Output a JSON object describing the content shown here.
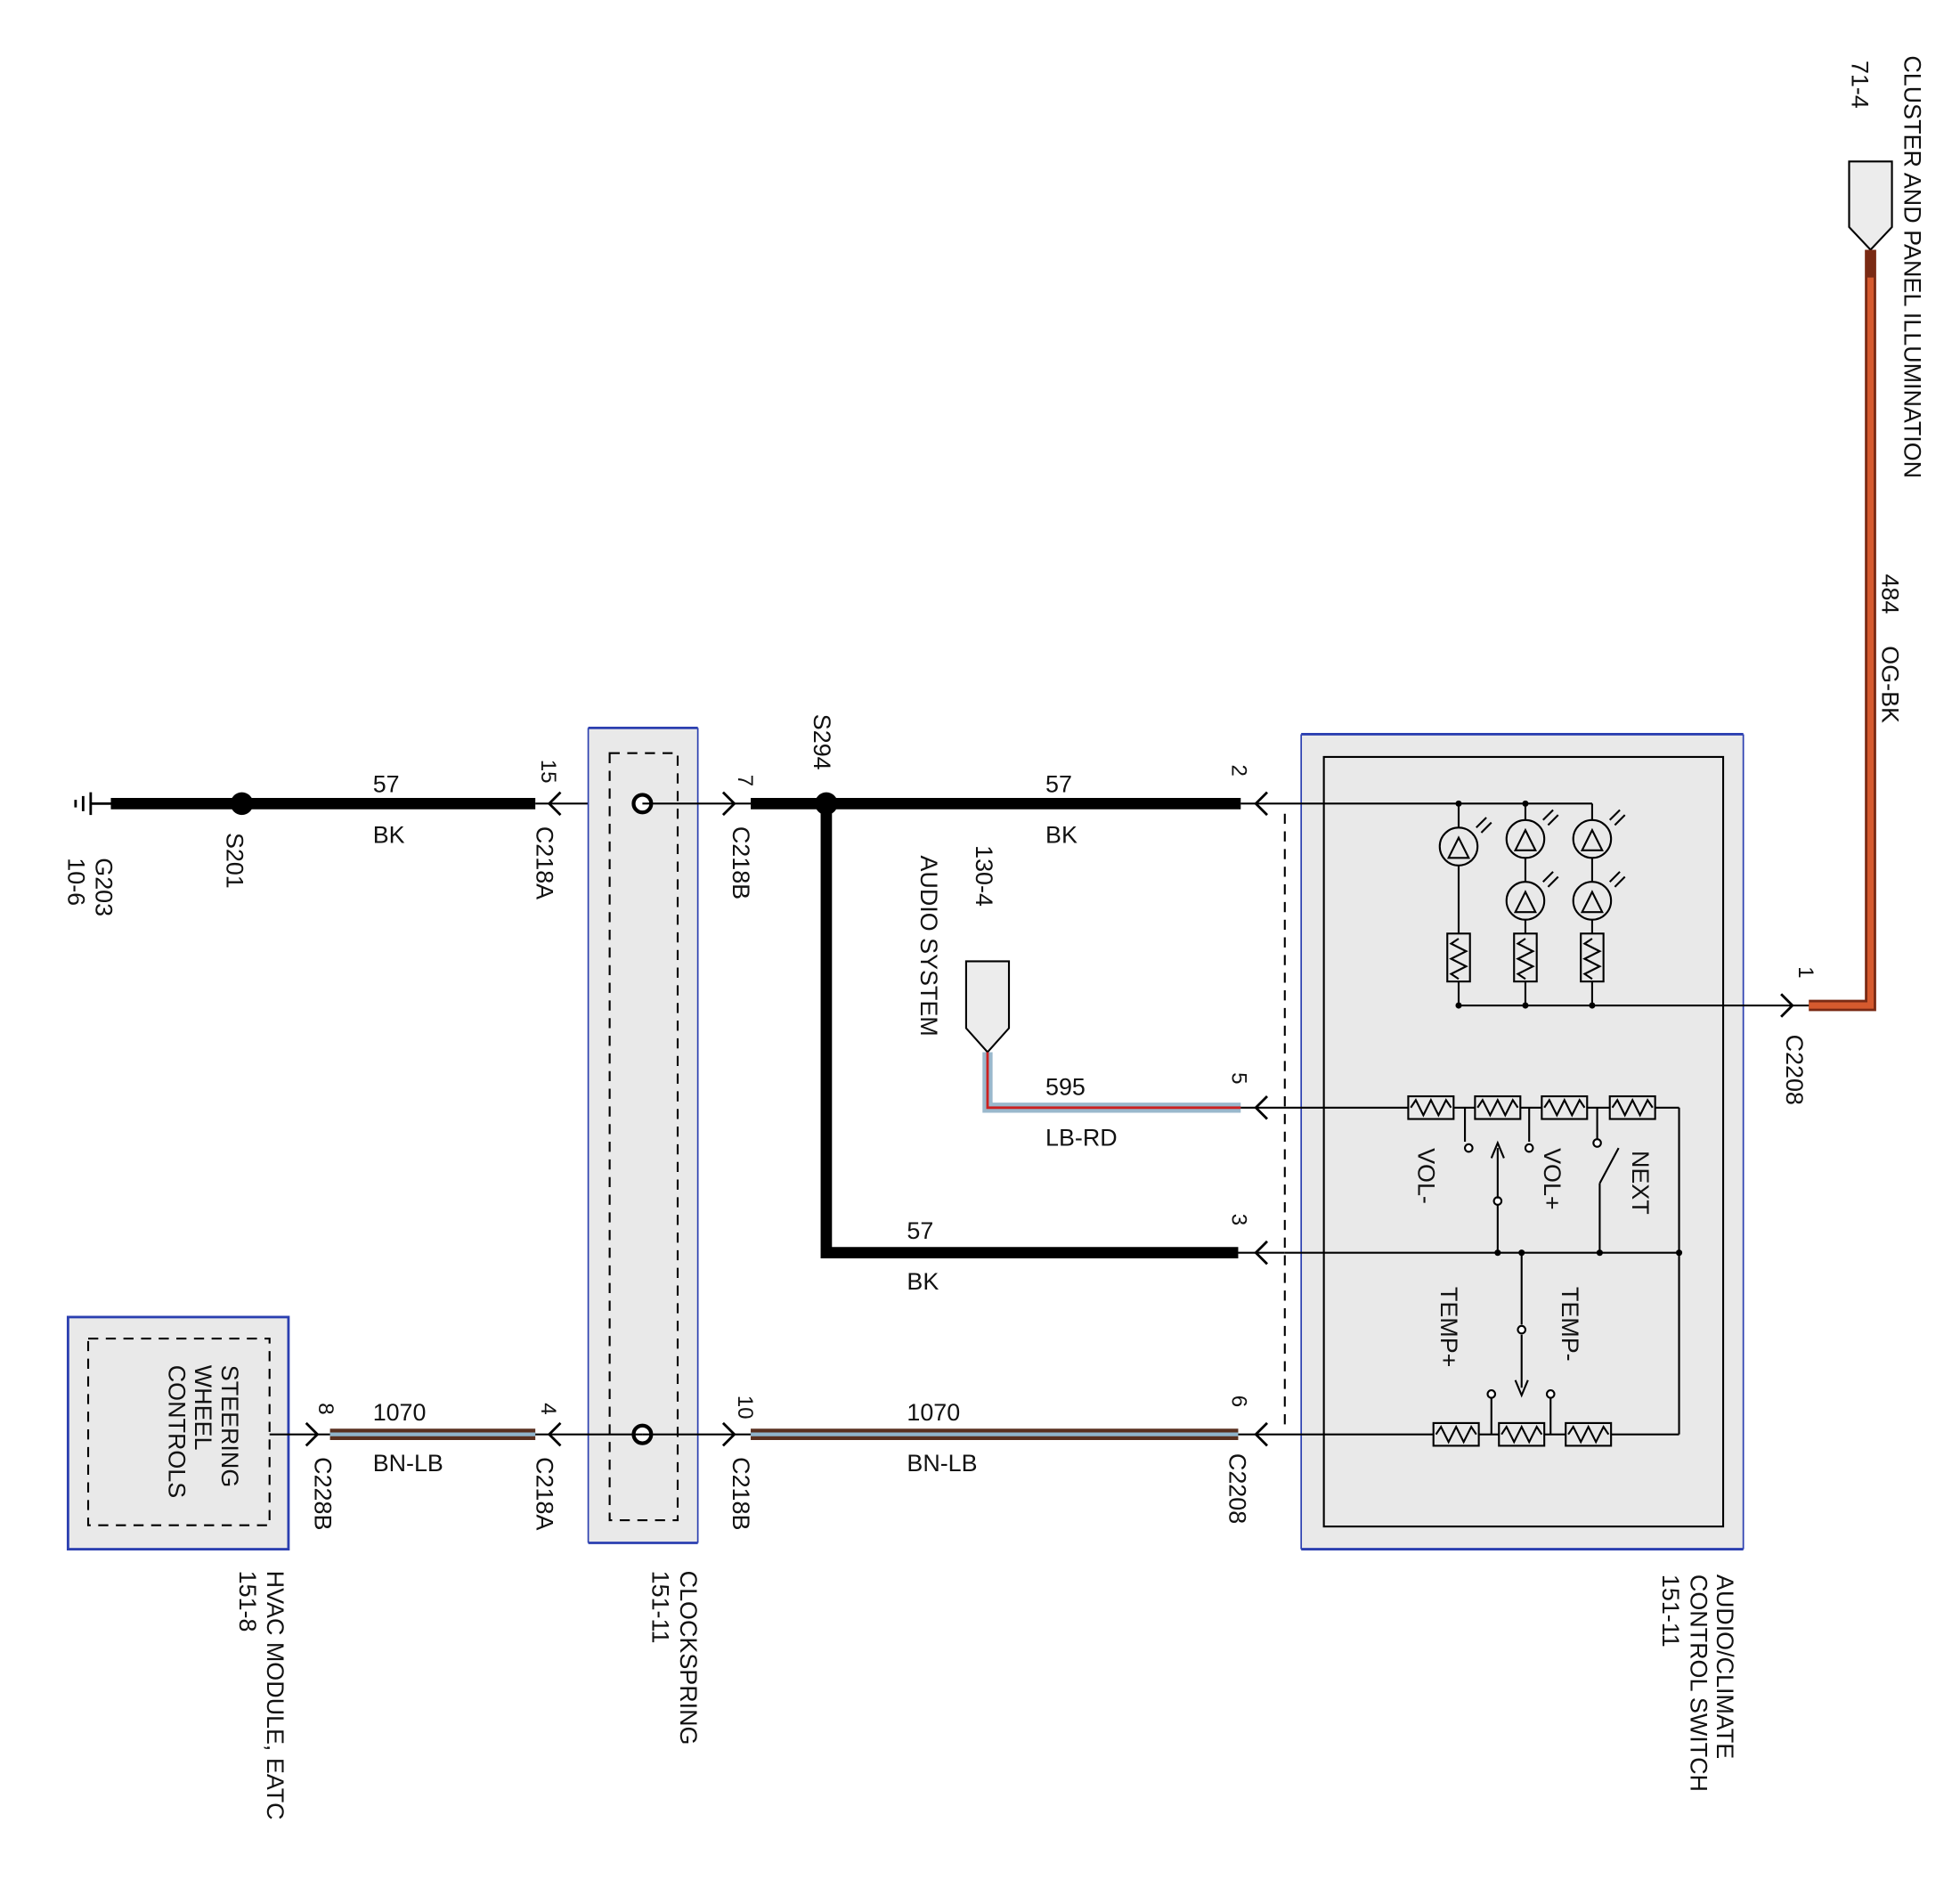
{
  "colors": {
    "ground_wire": "#000000",
    "module_border": "#2b3fb0",
    "module_fill": "#e9e9e9",
    "wire_og_bk": "#c8502a",
    "wire_lb": "#8fb4cc",
    "wire_rd": "#cc2020",
    "wire_bn": "#6b3a2a"
  },
  "labels": {
    "cluster_title": "CLUSTER AND PANEL ILLUMINATION",
    "cluster_ref": "71-4",
    "wire_484": "484",
    "wire_484_color": "OG-BK",
    "c2208_pin1": "C2208",
    "pin1": "1",
    "g203": "G203",
    "g203_ref": "10-6",
    "s201": "S201",
    "s294": "S294",
    "wire57_a": "57",
    "wire57_a_color": "BK",
    "wire57_b": "57",
    "wire57_b_color": "BK",
    "wire57_c": "57",
    "wire57_c_color": "BK",
    "pin15": "15",
    "c218a_top": "C218A",
    "pin7": "7",
    "c218b_top": "C218B",
    "pin2": "2",
    "audio_ref": "130-4",
    "audio_title": "AUDIO SYSTEM",
    "wire595": "595",
    "wire595_color": "LB-RD",
    "pin5": "5",
    "pin3": "3",
    "pin6": "6",
    "c2208_bottom": "C2208",
    "vol_minus": "VOL-",
    "vol_plus": "VOL+",
    "next": "NEXT",
    "temp_plus": "TEMP+",
    "temp_minus": "TEMP-",
    "wire1070_a": "1070",
    "wire1070_a_color": "BN-LB",
    "wire1070_b": "1070",
    "wire1070_b_color": "BN-LB",
    "pin8": "8",
    "c228b": "C228B",
    "pin4": "4",
    "c218a_bottom": "C218A",
    "pin10": "10",
    "c218b_bottom": "C218B",
    "steering_l1": "STEERING",
    "steering_l2": "WHEEL",
    "steering_l3": "CONTROLS",
    "hvac_title": "HVAC MODULE, EATC",
    "hvac_ref": "151-8",
    "clockspring_title": "CLOCKSPRING",
    "clockspring_ref": "151-11",
    "acs_l1": "AUDIO/CLIMATE",
    "acs_l2": "CONTROL SWITCH",
    "acs_ref": "151-11"
  }
}
